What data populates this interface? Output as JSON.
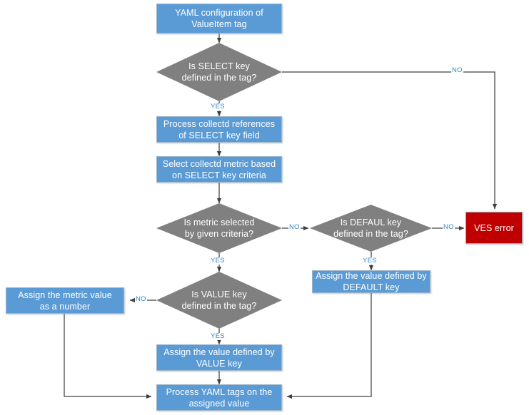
{
  "diagram": {
    "title": "ValueItem tag YAML processing flowchart",
    "colors": {
      "process_fill": "#5B9BD5",
      "decision_fill": "#808080",
      "error_fill": "#C00000",
      "edge_label": "#2E86C8",
      "connector": "#404040",
      "background": "#FFFFFF"
    },
    "nodes": [
      {
        "id": "start",
        "type": "process",
        "line1": "YAML configuration of",
        "line2": "ValueItem tag"
      },
      {
        "id": "d_select",
        "type": "decision",
        "line1": "Is SELECT key",
        "line2": "defined in the tag?"
      },
      {
        "id": "p_refs",
        "type": "process",
        "line1": "Process collectd references",
        "line2": "of SELECT key field"
      },
      {
        "id": "p_metric",
        "type": "process",
        "line1": "Select collectd metric based",
        "line2": "on SELECT key criteria"
      },
      {
        "id": "d_metric",
        "type": "decision",
        "line1": "Is metric selected",
        "line2": "by given criteria?"
      },
      {
        "id": "d_default",
        "type": "decision",
        "line1": "Is DEFAUL key",
        "line2": "defined in the tag?"
      },
      {
        "id": "ves_error",
        "type": "error",
        "line1": "VES error",
        "line2": ""
      },
      {
        "id": "p_default",
        "type": "process",
        "line1": "Assign the value defined by",
        "line2": "DEFAULT key"
      },
      {
        "id": "d_value",
        "type": "decision",
        "line1": "Is VALUE key",
        "line2": "defined in the tag?"
      },
      {
        "id": "p_number",
        "type": "process",
        "line1": "Assign the metric value",
        "line2": "as a number"
      },
      {
        "id": "p_value",
        "type": "process",
        "line1": "Assign the value defined by",
        "line2": "VALUE key"
      },
      {
        "id": "p_process",
        "type": "process",
        "line1": "Process YAML tags on the",
        "line2": "assigned value"
      }
    ],
    "edge_labels": {
      "select_no": "NO",
      "select_yes": "YES",
      "metric_no": "NO",
      "metric_yes": "YES",
      "default_no": "NO",
      "default_yes": "YES",
      "value_no": "NO",
      "value_yes": "YES"
    }
  }
}
